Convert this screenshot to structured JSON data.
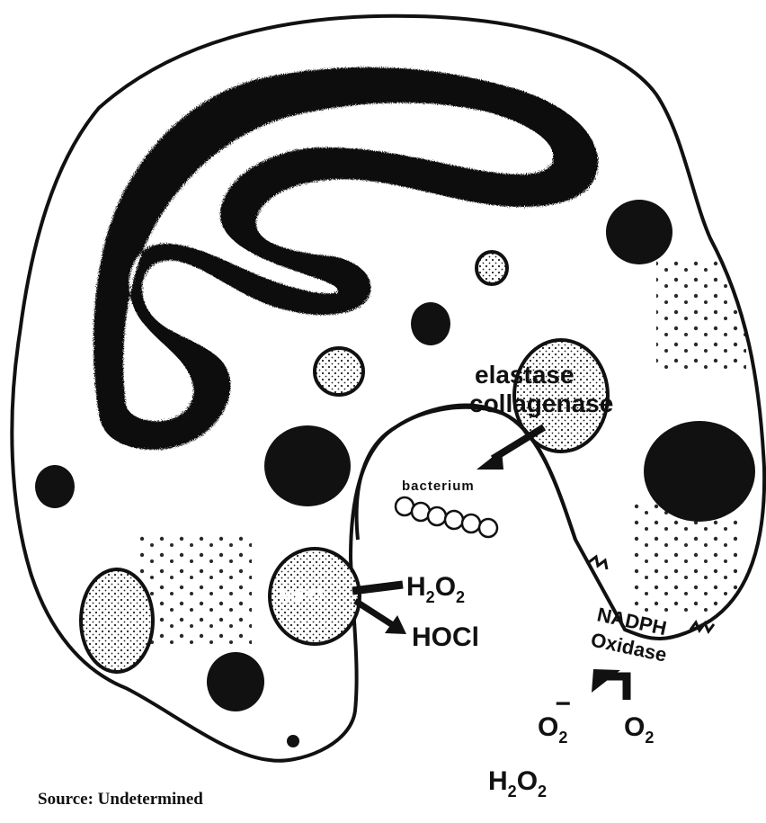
{
  "labels": {
    "enzyme_1": "elastase",
    "enzyme_2": "collagenase",
    "bacterium": "bacterium",
    "mpo": "MPO",
    "h2o2_top_main": "H",
    "h2o2_top_sub1": "2",
    "h2o2_top_o": "O",
    "h2o2_top_sub2": "2",
    "hocl": "HOCl",
    "nadph": "NADPH",
    "oxidase": "Oxidase",
    "superoxide_main": "O",
    "superoxide_sub": "2",
    "superoxide_sup": "−",
    "oxygen_main": "O",
    "oxygen_sub": "2",
    "h2o2_bottom_main": "H",
    "h2o2_bottom_sub1": "2",
    "h2o2_bottom_o": "O",
    "h2o2_bottom_sub2": "2"
  },
  "source": "Source: Undetermined",
  "colors": {
    "ink": "#111111",
    "paper": "#ffffff",
    "stipple": "#f2f2f2"
  }
}
